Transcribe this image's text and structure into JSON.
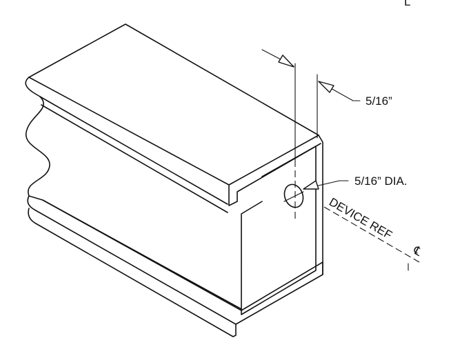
{
  "diagram": {
    "dimension_width_label": "5/16”",
    "hole_diameter_label": "5/16” DIA.",
    "centerline_label": "DEVICE REF",
    "centerline_symbol": "℄",
    "corner_mark": "L",
    "line_color": "#111111",
    "background_color": "#ffffff"
  }
}
